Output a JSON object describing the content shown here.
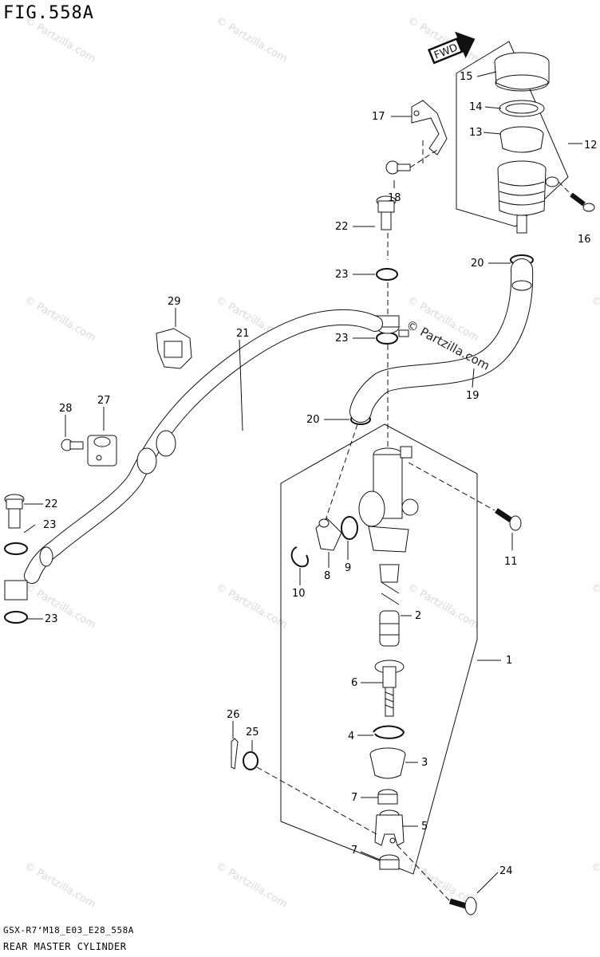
{
  "figure": {
    "title": "FIG.558A",
    "model_code": "GSX-R7‘M18_E03_E28_558A",
    "caption": "REAR MASTER CYLINDER",
    "direction_tag": "FWD"
  },
  "watermark": {
    "text": "© Partzilla.com",
    "brand_text": "© Partzilla.com"
  },
  "callouts": [
    {
      "id": "c1",
      "label": "1"
    },
    {
      "id": "c2",
      "label": "2"
    },
    {
      "id": "c3",
      "label": "3"
    },
    {
      "id": "c4",
      "label": "4"
    },
    {
      "id": "c5",
      "label": "5"
    },
    {
      "id": "c6",
      "label": "6"
    },
    {
      "id": "c7a",
      "label": "7"
    },
    {
      "id": "c7b",
      "label": "7"
    },
    {
      "id": "c8",
      "label": "8"
    },
    {
      "id": "c9",
      "label": "9"
    },
    {
      "id": "c10",
      "label": "10"
    },
    {
      "id": "c11",
      "label": "11"
    },
    {
      "id": "c12",
      "label": "12"
    },
    {
      "id": "c13",
      "label": "13"
    },
    {
      "id": "c14",
      "label": "14"
    },
    {
      "id": "c15",
      "label": "15"
    },
    {
      "id": "c16",
      "label": "16"
    },
    {
      "id": "c17",
      "label": "17"
    },
    {
      "id": "c18",
      "label": "18"
    },
    {
      "id": "c19",
      "label": "19"
    },
    {
      "id": "c20a",
      "label": "20"
    },
    {
      "id": "c20b",
      "label": "20"
    },
    {
      "id": "c21",
      "label": "21"
    },
    {
      "id": "c22a",
      "label": "22"
    },
    {
      "id": "c22b",
      "label": "22"
    },
    {
      "id": "c23a",
      "label": "23"
    },
    {
      "id": "c23b",
      "label": "23"
    },
    {
      "id": "c23c",
      "label": "23"
    },
    {
      "id": "c23d",
      "label": "23"
    },
    {
      "id": "c24",
      "label": "24"
    },
    {
      "id": "c25",
      "label": "25"
    },
    {
      "id": "c26",
      "label": "26"
    },
    {
      "id": "c27",
      "label": "27"
    },
    {
      "id": "c28",
      "label": "28"
    },
    {
      "id": "c29",
      "label": "29"
    }
  ]
}
